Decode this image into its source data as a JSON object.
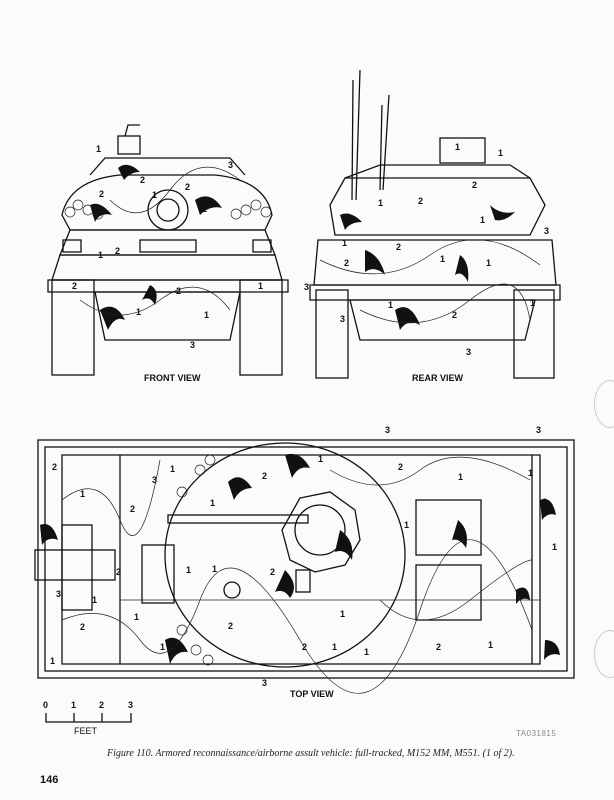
{
  "figure": {
    "id": "TA031815",
    "caption": "Figure 110. Armored reconnaissance/airborne assult vehicle: full-tracked, M152 MM, M551. (1 of 2).",
    "page_number": "146"
  },
  "front_view": {
    "title": "FRONT VIEW",
    "callouts": [
      "1",
      "2",
      "3",
      "2",
      "2",
      "1",
      "2",
      "1",
      "2",
      "2",
      "1",
      "2",
      "1",
      "1",
      "3"
    ]
  },
  "rear_view": {
    "title": "REAR VIEW",
    "callouts": [
      "1",
      "1",
      "2",
      "1",
      "2",
      "1",
      "1",
      "3",
      "1",
      "2",
      "1",
      "2",
      "3",
      "3",
      "1",
      "2",
      "1",
      "1",
      "3"
    ]
  },
  "top_view": {
    "title": "TOP VIEW",
    "callouts": [
      "3",
      "3",
      "2",
      "1",
      "3",
      "1",
      "2",
      "1",
      "2",
      "2",
      "1",
      "1",
      "1",
      "2",
      "1",
      "1",
      "2",
      "1",
      "1",
      "3",
      "1",
      "2",
      "2",
      "1",
      "2",
      "1",
      "1",
      "1",
      "2",
      "1",
      "2",
      "1",
      "1",
      "3"
    ]
  },
  "scale": {
    "ticks": [
      "0",
      "1",
      "2",
      "3"
    ],
    "unit": "FEET"
  }
}
